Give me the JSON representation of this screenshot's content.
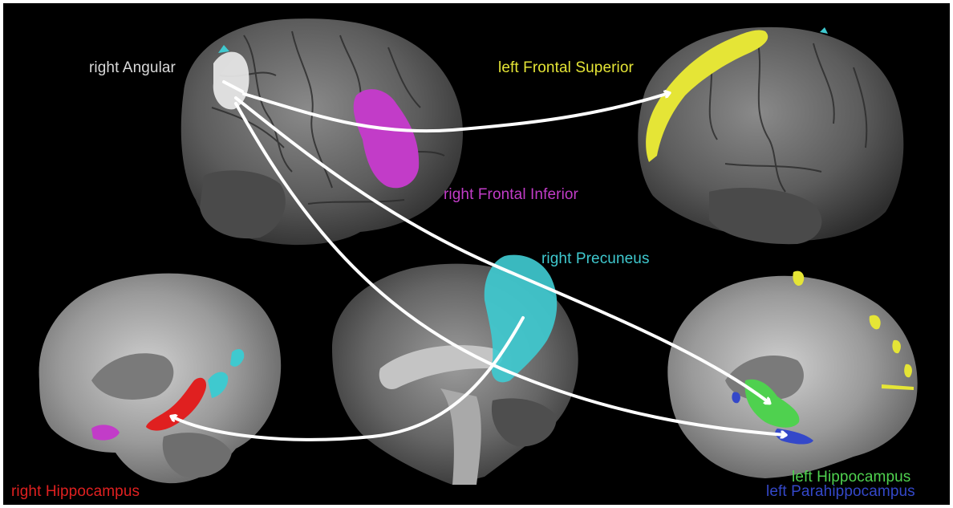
{
  "figure": {
    "labels": {
      "right_angular": "right Angular",
      "left_frontal_superior": "left Frontal Superior",
      "right_frontal_inferior": "right Frontal Inferior",
      "right_precuneus": "right Precuneus",
      "right_hippocampus": "right Hippocampus",
      "left_hippocampus": "left Hippocampus",
      "left_parahippocampus": "left Parahippocampus"
    },
    "colors": {
      "background": "#000000",
      "cortex": "#5a5a5a",
      "right_angular": "#e8e8e8",
      "left_frontal_superior": "#e5e536",
      "right_frontal_inferior": "#c23cc8",
      "right_precuneus": "#3fc9cf",
      "right_hippocampus": "#e02020",
      "left_hippocampus": "#4fd14f",
      "left_parahippocampus": "#3448c9",
      "arrows": "#ffffff"
    }
  }
}
